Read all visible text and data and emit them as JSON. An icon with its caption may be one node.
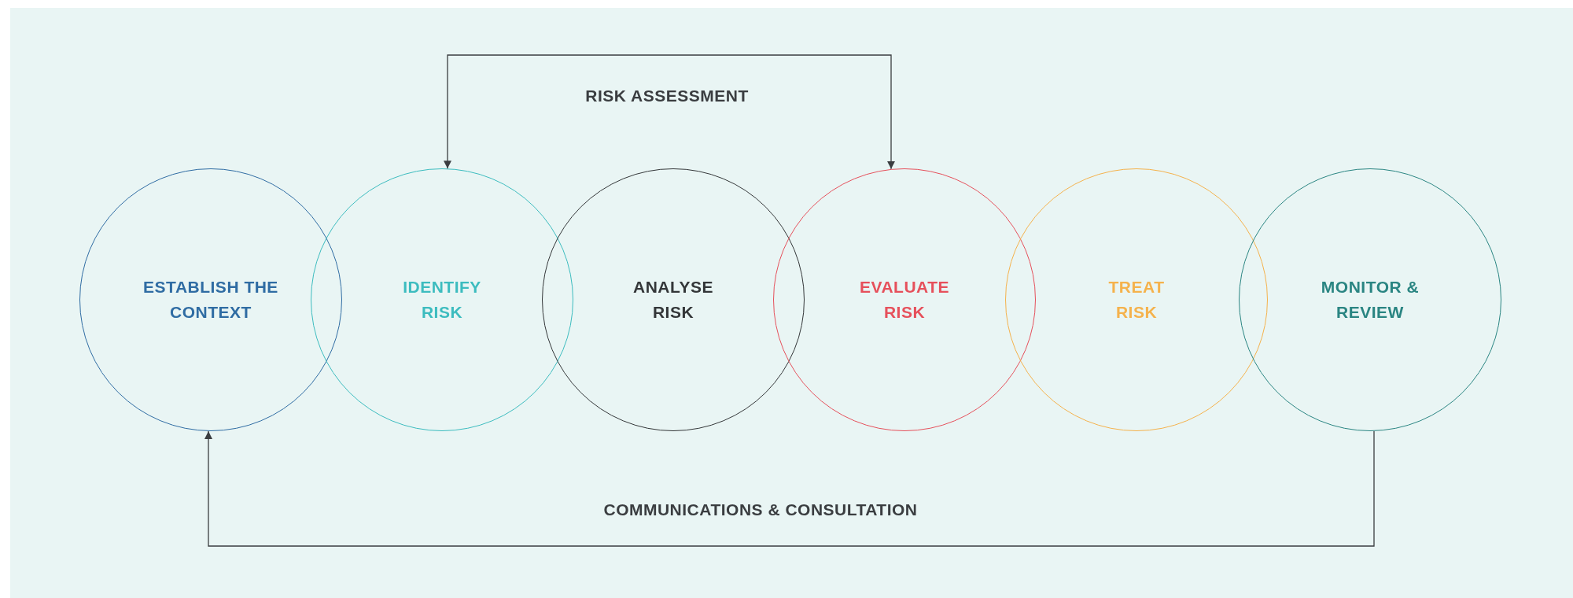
{
  "diagram": {
    "nodes": [
      {
        "text": [
          "ESTABLISH THE CONTEXT"
        ]
      },
      {
        "text": [
          "IDENTIFY RISK"
        ]
      },
      {
        "text": [
          "ANALYSE RISK"
        ]
      },
      {
        "text": [
          "EVALUATE RISK"
        ]
      },
      {
        "text": [
          "TREAT RISK"
        ]
      },
      {
        "text": [
          "MONITOR & REVIEW"
        ]
      }
    ],
    "edges": [
      {
        "from": 1,
        "to": 3,
        "arrow": "both",
        "label": "RISK ASSESSMENT"
      },
      {
        "from": 5,
        "to": 0,
        "arrow": "to",
        "label": "COMMUNICATIONS & CONSULTATION"
      }
    ]
  }
}
